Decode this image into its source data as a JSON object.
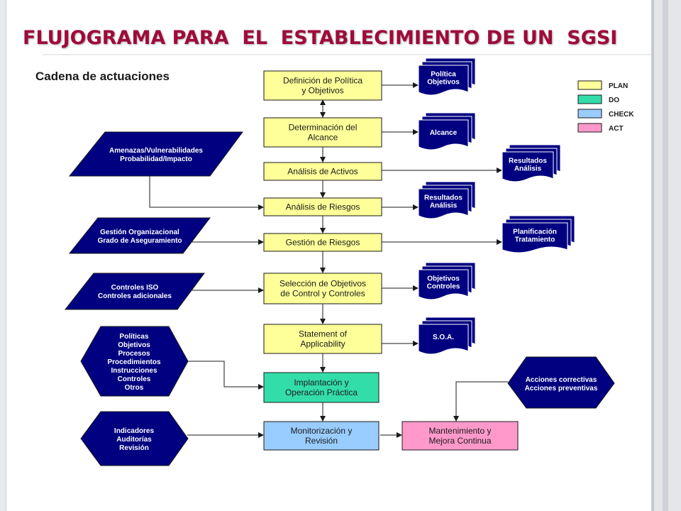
{
  "title": "FLUJOGRAMA PARA  EL  ESTABLECIMIENTO DE UN  SGSI",
  "subtitle": "Cadena de actuaciones",
  "colors": {
    "plan": "#ffff99",
    "do": "#33ddaa",
    "check": "#99ccff",
    "act": "#ff99cc",
    "navy": "#000080",
    "title": "#9e0b3a"
  },
  "legend": [
    {
      "label": "PLAN",
      "color": "#ffff99"
    },
    {
      "label": "DO",
      "color": "#33ddaa"
    },
    {
      "label": "CHECK",
      "color": "#99ccff"
    },
    {
      "label": "ACT",
      "color": "#ff99cc"
    }
  ],
  "process": [
    {
      "id": "p1",
      "lines": [
        "Definición de Política",
        "y Objetivos"
      ],
      "phase": "plan"
    },
    {
      "id": "p2",
      "lines": [
        "Determinación del",
        "Alcance"
      ],
      "phase": "plan"
    },
    {
      "id": "p3",
      "lines": [
        "Análisis de Activos"
      ],
      "phase": "plan"
    },
    {
      "id": "p4",
      "lines": [
        "Análisis de Riesgos"
      ],
      "phase": "plan"
    },
    {
      "id": "p5",
      "lines": [
        "Gestión de Riesgos"
      ],
      "phase": "plan"
    },
    {
      "id": "p6",
      "lines": [
        "Selección de Objetivos",
        "de Control y Controles"
      ],
      "phase": "plan"
    },
    {
      "id": "p7",
      "lines": [
        "Statement of",
        "Applicability"
      ],
      "phase": "plan"
    },
    {
      "id": "p8",
      "lines": [
        "Implantación y",
        "Operación Práctica"
      ],
      "phase": "do"
    },
    {
      "id": "p9",
      "lines": [
        "Monitorización y",
        "Revisión"
      ],
      "phase": "check"
    },
    {
      "id": "p10",
      "lines": [
        "Mantenimiento y",
        "Mejora Continua"
      ],
      "phase": "act"
    }
  ],
  "documents": [
    {
      "id": "d1",
      "lines": [
        "Política",
        "Objetivos"
      ]
    },
    {
      "id": "d2",
      "lines": [
        "Alcance"
      ]
    },
    {
      "id": "d3",
      "lines": [
        "Resultados",
        "Análisis"
      ]
    },
    {
      "id": "d4",
      "lines": [
        "Resultados",
        "Análisis"
      ]
    },
    {
      "id": "d5",
      "lines": [
        "Planificación",
        "Tratamiento"
      ]
    },
    {
      "id": "d6",
      "lines": [
        "Objetivos",
        "Controles"
      ]
    },
    {
      "id": "d7",
      "lines": [
        "S.O.A."
      ]
    }
  ],
  "inputs": [
    {
      "id": "i1",
      "shape": "parallelogram",
      "lines": [
        "Amenazas/Vulnerabilidades",
        "Probabilidad/Impacto"
      ]
    },
    {
      "id": "i2",
      "shape": "parallelogram",
      "lines": [
        "Gestión Organizacional",
        "Grado de Aseguramiento"
      ]
    },
    {
      "id": "i3",
      "shape": "parallelogram",
      "lines": [
        "Controles ISO",
        "Controles adicionales"
      ]
    },
    {
      "id": "i4",
      "shape": "hexagon",
      "lines": [
        "Políticas",
        "Objetivos",
        "Procesos",
        "Procedimientos",
        "Instrucciones",
        "Controles",
        "Otros"
      ]
    },
    {
      "id": "i5",
      "shape": "hexagon",
      "lines": [
        "Indicadores",
        "Auditorías",
        "Revisión"
      ]
    },
    {
      "id": "i6",
      "shape": "hexagon",
      "lines": [
        "Acciones correctivas",
        "Acciones preventivas"
      ]
    }
  ]
}
